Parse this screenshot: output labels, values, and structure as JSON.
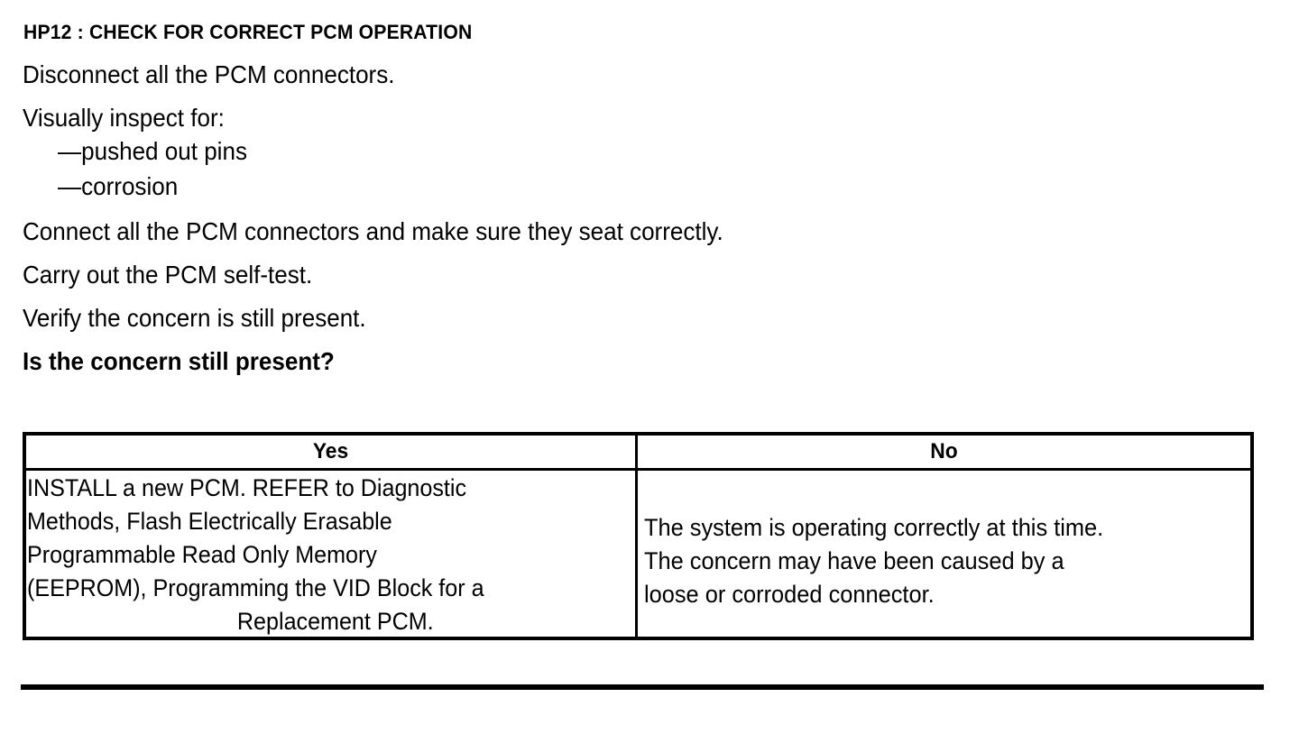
{
  "document": {
    "heading": "HP12 : CHECK FOR CORRECT PCM OPERATION",
    "instructions": [
      "Disconnect all the PCM connectors.",
      "Visually inspect for:"
    ],
    "bullets": [
      "—pushed out pins",
      "—corrosion"
    ],
    "instructions_after_bullets": [
      "Connect all the PCM connectors and make sure they seat correctly.",
      "Carry out the PCM self-test.",
      "Verify the concern is still present."
    ],
    "question": "Is the concern still present?",
    "table": {
      "headers": {
        "yes": "Yes",
        "no": "No"
      },
      "yes_cell": {
        "lines": [
          "INSTALL a new PCM. REFER to Diagnostic",
          "Methods, Flash Electrically Erasable",
          "Programmable Read Only Memory",
          "(EEPROM), Programming the VID Block for a"
        ],
        "last_line": "Replacement PCM."
      },
      "no_cell": {
        "lines": [
          "The system is operating correctly at this time.",
          "The concern may have been caused by a",
          "loose or corroded connector."
        ]
      }
    }
  },
  "colors": {
    "ink": "#000000",
    "paper": "#ffffff"
  }
}
